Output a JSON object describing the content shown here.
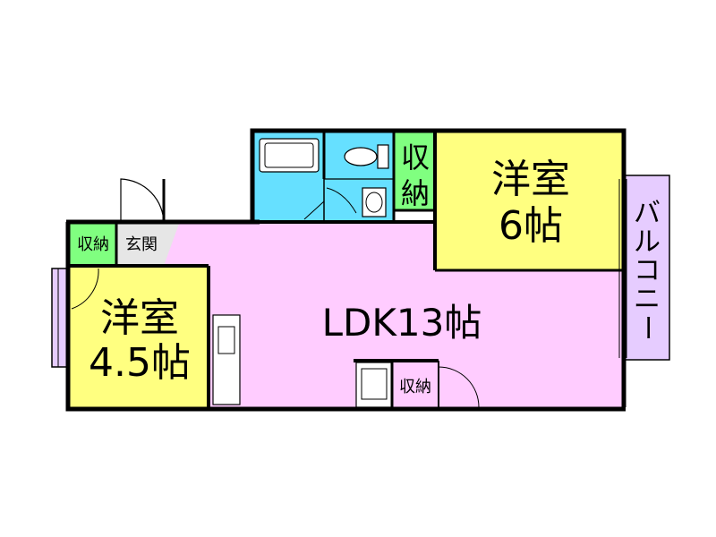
{
  "rooms": {
    "bedroom_right": {
      "name": "洋室",
      "size": "6帖"
    },
    "bedroom_left": {
      "name": "洋室",
      "size": "4.5帖"
    },
    "ldk": {
      "label": "LDK13帖"
    },
    "closet_right": {
      "line1": "収",
      "line2": "納"
    },
    "closet_left": {
      "label": "収納"
    },
    "closet_center": {
      "label": "収納"
    },
    "entrance": {
      "label": "玄関"
    },
    "balcony": {
      "chars": [
        "バ",
        "ル",
        "コ",
        "ニ",
        "ー"
      ]
    }
  },
  "colors": {
    "ldk": "#ffccff",
    "bedroom": "#ffff80",
    "closet": "#80ff80",
    "wet_area": "#66e0ff",
    "entrance": "#e6e6e6",
    "balcony": "#e6ccff",
    "wall": "#000000"
  }
}
